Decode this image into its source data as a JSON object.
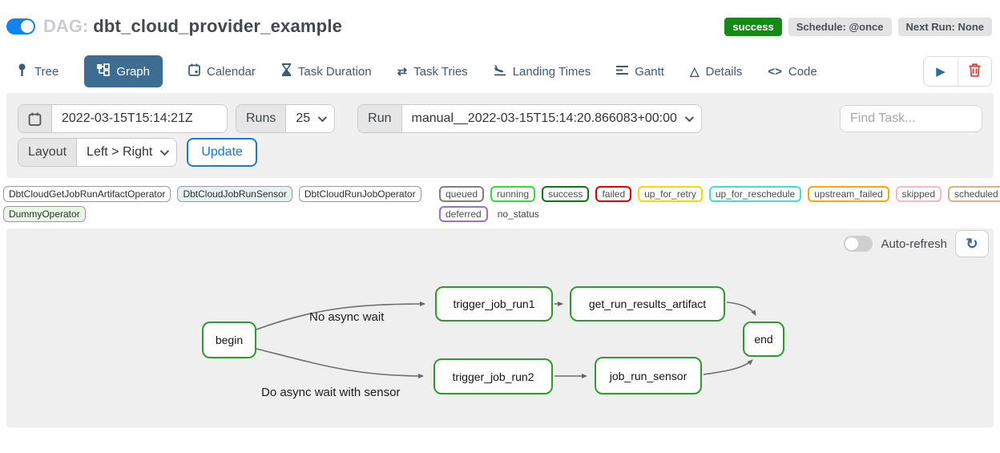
{
  "header": {
    "dag_prefix": "DAG:",
    "dag_title": "dbt_cloud_provider_example",
    "pause_toggle_on": true,
    "status_badge": "success",
    "schedule_badge": "Schedule: @once",
    "next_run_badge": "Next Run: None"
  },
  "tabs": [
    {
      "label": "Tree",
      "icon": "tree-icon",
      "active": false
    },
    {
      "label": "Graph",
      "icon": "graph-icon",
      "active": true
    },
    {
      "label": "Calendar",
      "icon": "calendar-icon",
      "active": false
    },
    {
      "label": "Task Duration",
      "icon": "hourglass-icon",
      "active": false
    },
    {
      "label": "Task Tries",
      "icon": "retry-arrows-icon",
      "active": false,
      "glyph": "⇄"
    },
    {
      "label": "Landing Times",
      "icon": "landing-plane-icon",
      "active": false
    },
    {
      "label": "Gantt",
      "icon": "gantt-bars-icon",
      "active": false
    },
    {
      "label": "Details",
      "icon": "triangle-icon",
      "active": false,
      "glyph": "△"
    },
    {
      "label": "Code",
      "icon": "code-icon",
      "active": false,
      "glyph": "<>"
    }
  ],
  "toolbar": {
    "play_icon": "play-icon",
    "play_glyph": "▶",
    "trash_icon": "trash-icon",
    "refresh_icon": "refresh-icon",
    "refresh_glyph": "↻"
  },
  "filters": {
    "base_date_value": "2022-03-15T15:14:21Z",
    "runs_label": "Runs",
    "runs_value": "25",
    "run_label": "Run",
    "run_value": "manual__2022-03-15T15:14:20.866083+00:00",
    "find_task_placeholder": "Find Task...",
    "layout_label": "Layout",
    "layout_value": "Left > Right",
    "update_label": "Update"
  },
  "legend": {
    "operators": [
      {
        "label": "DbtCloudGetJobRunArtifactOperator",
        "bg": "#ffffff"
      },
      {
        "label": "DbtCloudJobRunSensor",
        "bg": "#e6f1f2"
      },
      {
        "label": "DbtCloudRunJobOperator",
        "bg": "#ffffff"
      },
      {
        "label": "DummyOperator",
        "bg": "#e8f7e4"
      }
    ],
    "states": [
      {
        "label": "queued",
        "border": "#808080"
      },
      {
        "label": "running",
        "border": "#2fe02f"
      },
      {
        "label": "success",
        "border": "#0b7a0b"
      },
      {
        "label": "failed",
        "border": "#e60000"
      },
      {
        "label": "up_for_retry",
        "border": "#ffd700"
      },
      {
        "label": "up_for_reschedule",
        "border": "#40e0d0"
      },
      {
        "label": "upstream_failed",
        "border": "#ffa500"
      },
      {
        "label": "skipped",
        "border": "#ffb6c1"
      },
      {
        "label": "scheduled",
        "border": "#d2b48c"
      },
      {
        "label": "deferred",
        "border": "#9370db"
      },
      {
        "label": "no_status",
        "border": "none"
      }
    ]
  },
  "graph": {
    "auto_refresh_label": "Auto-refresh",
    "auto_refresh_on": false,
    "node_border_color": "#2e9b2e",
    "nodes": [
      {
        "id": "begin",
        "label": "begin",
        "fill": "#e8f7e4"
      },
      {
        "id": "trigger_job_run1",
        "label": "trigger_job_run1",
        "fill": "#ffffff"
      },
      {
        "id": "get_run_results_artifact",
        "label": "get_run_results_artifact",
        "fill": "#ffffff"
      },
      {
        "id": "trigger_job_run2",
        "label": "trigger_job_run2",
        "fill": "#ffffff"
      },
      {
        "id": "job_run_sensor",
        "label": "job_run_sensor",
        "fill": "#e6f1f2"
      },
      {
        "id": "end",
        "label": "end",
        "fill": "#e8f7e4"
      }
    ],
    "edges": [
      {
        "from": "begin",
        "to": "trigger_job_run1",
        "label": "No async wait"
      },
      {
        "from": "begin",
        "to": "trigger_job_run2",
        "label": "Do async wait with sensor"
      },
      {
        "from": "trigger_job_run1",
        "to": "get_run_results_artifact",
        "label": ""
      },
      {
        "from": "trigger_job_run2",
        "to": "job_run_sensor",
        "label": ""
      },
      {
        "from": "get_run_results_artifact",
        "to": "end",
        "label": ""
      },
      {
        "from": "job_run_sensor",
        "to": "end",
        "label": ""
      }
    ],
    "edge_labels": [
      {
        "text": "No async wait"
      },
      {
        "text": "Do async wait with sensor"
      }
    ]
  },
  "colors": {
    "accent_blue": "#1284ee",
    "active_tab": "#3d6d91",
    "success_green": "#168a16",
    "node_border_green": "#2e9b2e",
    "panel_gray": "#f0f0f0",
    "graph_gray": "#efefef",
    "edge_gray": "#666666",
    "trash_red": "#e0392e"
  }
}
